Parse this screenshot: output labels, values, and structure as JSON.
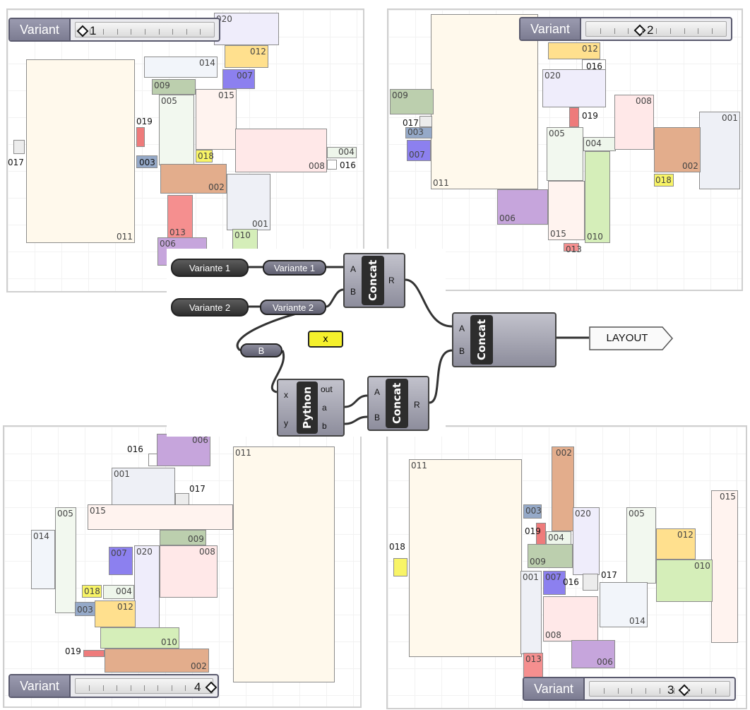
{
  "colors": {
    "c011": "#fff9ec",
    "c020": "#efedfb",
    "c012": "#ffe08e",
    "c007": "#8c80ef",
    "c014": "#f2f5fa",
    "c009": "#bccfae",
    "c005": "#f2f8ef",
    "c015": "#fff3ef",
    "c019": "#ee7b7b",
    "c017": "#ececec",
    "c003": "#95a9c8",
    "c018": "#f8f466",
    "c004": "#eef6eb",
    "c016": "#ffffff",
    "c008": "#ffe8e8",
    "c002": "#e3ad8c",
    "c001": "#eef0f6",
    "c013": "#f58f8f",
    "c010": "#d5eeb9",
    "c006": "#c6a5dc"
  },
  "panels": [
    {
      "id": "p1",
      "slider": {
        "label": "Variant",
        "value": "1"
      },
      "rects": [
        {
          "t": "011",
          "c": "c011"
        },
        {
          "t": "020",
          "c": "c020"
        },
        {
          "t": "012",
          "c": "c012"
        },
        {
          "t": "007",
          "c": "c007"
        },
        {
          "t": "014",
          "c": "c014"
        },
        {
          "t": "009",
          "c": "c009"
        },
        {
          "t": "005",
          "c": "c005"
        },
        {
          "t": "015",
          "c": "c015"
        },
        {
          "t": "019",
          "c": "c019"
        },
        {
          "t": "017",
          "c": "c017"
        },
        {
          "t": "003",
          "c": "c003"
        },
        {
          "t": "018",
          "c": "c018"
        },
        {
          "t": "008",
          "c": "c008"
        },
        {
          "t": "004",
          "c": "c004"
        },
        {
          "t": "016",
          "c": "c016"
        },
        {
          "t": "002",
          "c": "c002"
        },
        {
          "t": "001",
          "c": "c001"
        },
        {
          "t": "013",
          "c": "c013"
        },
        {
          "t": "006",
          "c": "c006"
        },
        {
          "t": "010",
          "c": "c010"
        }
      ]
    },
    {
      "id": "p2",
      "slider": {
        "label": "Variant",
        "value": "2"
      },
      "rects": [
        {
          "t": "011",
          "c": "c011"
        },
        {
          "t": "012",
          "c": "c012"
        },
        {
          "t": "016",
          "c": "c016"
        },
        {
          "t": "020",
          "c": "c020"
        },
        {
          "t": "009",
          "c": "c009"
        },
        {
          "t": "017",
          "c": "c017"
        },
        {
          "t": "003",
          "c": "c003"
        },
        {
          "t": "007",
          "c": "c007"
        },
        {
          "t": "019",
          "c": "c019"
        },
        {
          "t": "005",
          "c": "c005"
        },
        {
          "t": "004",
          "c": "c004"
        },
        {
          "t": "008",
          "c": "c008"
        },
        {
          "t": "001",
          "c": "c001"
        },
        {
          "t": "002",
          "c": "c002"
        },
        {
          "t": "018",
          "c": "c018"
        },
        {
          "t": "010",
          "c": "c010"
        },
        {
          "t": "006",
          "c": "c006"
        },
        {
          "t": "015",
          "c": "c015"
        },
        {
          "t": "013",
          "c": "c013"
        }
      ]
    },
    {
      "id": "p4",
      "slider": {
        "label": "Variant",
        "value": "4"
      },
      "rects": [
        {
          "t": "016",
          "c": "c016"
        },
        {
          "t": "006",
          "c": "c006"
        },
        {
          "t": "011",
          "c": "c011"
        },
        {
          "t": "001",
          "c": "c001"
        },
        {
          "t": "017",
          "c": "c017"
        },
        {
          "t": "015",
          "c": "c015"
        },
        {
          "t": "014",
          "c": "c014"
        },
        {
          "t": "005",
          "c": "c005"
        },
        {
          "t": "009",
          "c": "c009"
        },
        {
          "t": "007",
          "c": "c007"
        },
        {
          "t": "020",
          "c": "c020"
        },
        {
          "t": "008",
          "c": "c008"
        },
        {
          "t": "018",
          "c": "c018"
        },
        {
          "t": "004",
          "c": "c004"
        },
        {
          "t": "003",
          "c": "c003"
        },
        {
          "t": "012",
          "c": "c012"
        },
        {
          "t": "010",
          "c": "c010"
        },
        {
          "t": "019",
          "c": "c019"
        },
        {
          "t": "002",
          "c": "c002"
        }
      ]
    },
    {
      "id": "p3",
      "slider": {
        "label": "Variant",
        "value": "3"
      },
      "rects": [
        {
          "t": "011",
          "c": "c011"
        },
        {
          "t": "002",
          "c": "c002"
        },
        {
          "t": "003",
          "c": "c003"
        },
        {
          "t": "019",
          "c": "c019"
        },
        {
          "t": "004",
          "c": "c004"
        },
        {
          "t": "020",
          "c": "c020"
        },
        {
          "t": "005",
          "c": "c005"
        },
        {
          "t": "012",
          "c": "c012"
        },
        {
          "t": "015",
          "c": "c015"
        },
        {
          "t": "018",
          "c": "c018"
        },
        {
          "t": "009",
          "c": "c009"
        },
        {
          "t": "010",
          "c": "c010"
        },
        {
          "t": "001",
          "c": "c001"
        },
        {
          "t": "007",
          "c": "c007"
        },
        {
          "t": "016",
          "c": "c016"
        },
        {
          "t": "017",
          "c": "c017"
        },
        {
          "t": "014",
          "c": "c014"
        },
        {
          "t": "008",
          "c": "c008"
        },
        {
          "t": "006",
          "c": "c006"
        },
        {
          "t": "013",
          "c": "c013"
        }
      ]
    }
  ],
  "graph": {
    "input1": "Variante 1",
    "param1": "Variante 1",
    "input2": "Variante 2",
    "param2": "Variante 2",
    "paramB": "B",
    "xpanel": "x",
    "concat_label": "Concat",
    "python_label": "Python",
    "pin_a": "A",
    "pin_b": "B",
    "pin_r": "R",
    "pin_x": "x",
    "pin_y": "y",
    "pin_out": "out",
    "pin_pa": "a",
    "pin_pb": "b",
    "output": "LAYOUT"
  }
}
